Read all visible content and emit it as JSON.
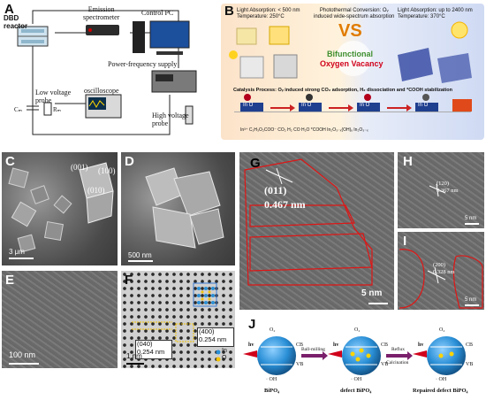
{
  "panelA": {
    "label": "A",
    "dbd": "DBD\nreactor",
    "emission": "Emission\nspectrometer",
    "control_pc": "Control PC",
    "power": "Power-frequency supply",
    "low_probe": "Low voltage\nprobe",
    "oscilloscope": "oscilloscope",
    "high_probe": "High voltage\nprobe",
    "cm": "Cₘ",
    "rm": "Rₘ"
  },
  "panelB": {
    "label": "B",
    "left_abs": "Light Absorption: < 500 nm",
    "left_temp": "Temperature: 250°C",
    "mid_title": "Photothermal Conversion: Oᵥ\ninduced wide-spectrum absorption",
    "right_abs": "Light Absorption: up to 2400 nm",
    "right_temp": "Temperature: 370°C",
    "vs": "VS",
    "center1": "Bifunctional",
    "center2": "Oxygen Vacancy",
    "catalysis": "Catalysis Process: Oᵥ induced strong CO₂ adsorption, H₂ dissociation and *COOH stabilization",
    "legend": "In³⁺  C₂H₃O₂COO⁻  CO₂  H₂  CO  H₂O  *COOH  In₂O₃₋ₓ(OH)ᵧ  In₂O₃₋ₓ",
    "ino": "In O"
  },
  "panelC": {
    "label": "C",
    "f001": "(001)",
    "f100": "(100)",
    "f010": "(010)",
    "scale": "3 μm"
  },
  "panelD": {
    "label": "D",
    "scale": "500 nm"
  },
  "panelE": {
    "label": "E",
    "scale": "100 nm"
  },
  "panelF": {
    "label": "F",
    "d040": "(040)\n0.254 nm",
    "d400": "(400)\n0.254 nm",
    "scale": "1 nm",
    "leg_in": "In",
    "leg_o": "O"
  },
  "panelG": {
    "label": "G",
    "plane": "(011)",
    "d": "0.467 nm",
    "scale": "5 nm"
  },
  "panelH": {
    "label": "H",
    "text": "(120)\n0.367 nm",
    "scale": "5 nm"
  },
  "panelI": {
    "label": "I",
    "text": "(200)\n0.328 nm",
    "scale": "5 nm"
  },
  "panelJ": {
    "label": "J",
    "hv": "hv",
    "cb": "CB",
    "vb": "VB",
    "o2": "O₂",
    "oh": "· OH",
    "ball": "Ball-milling",
    "reflux": "Reflux",
    "calc": "Calcination",
    "n1": "BiPO₄",
    "n2": "defect BiPO₄",
    "n3": "Repaired defect BiPO₄"
  },
  "colors": {
    "accent_red": "#d0021b",
    "accent_orange": "#e07b00",
    "accent_green": "#3e8f2f",
    "sphere_blue": "#2a8fd6"
  }
}
